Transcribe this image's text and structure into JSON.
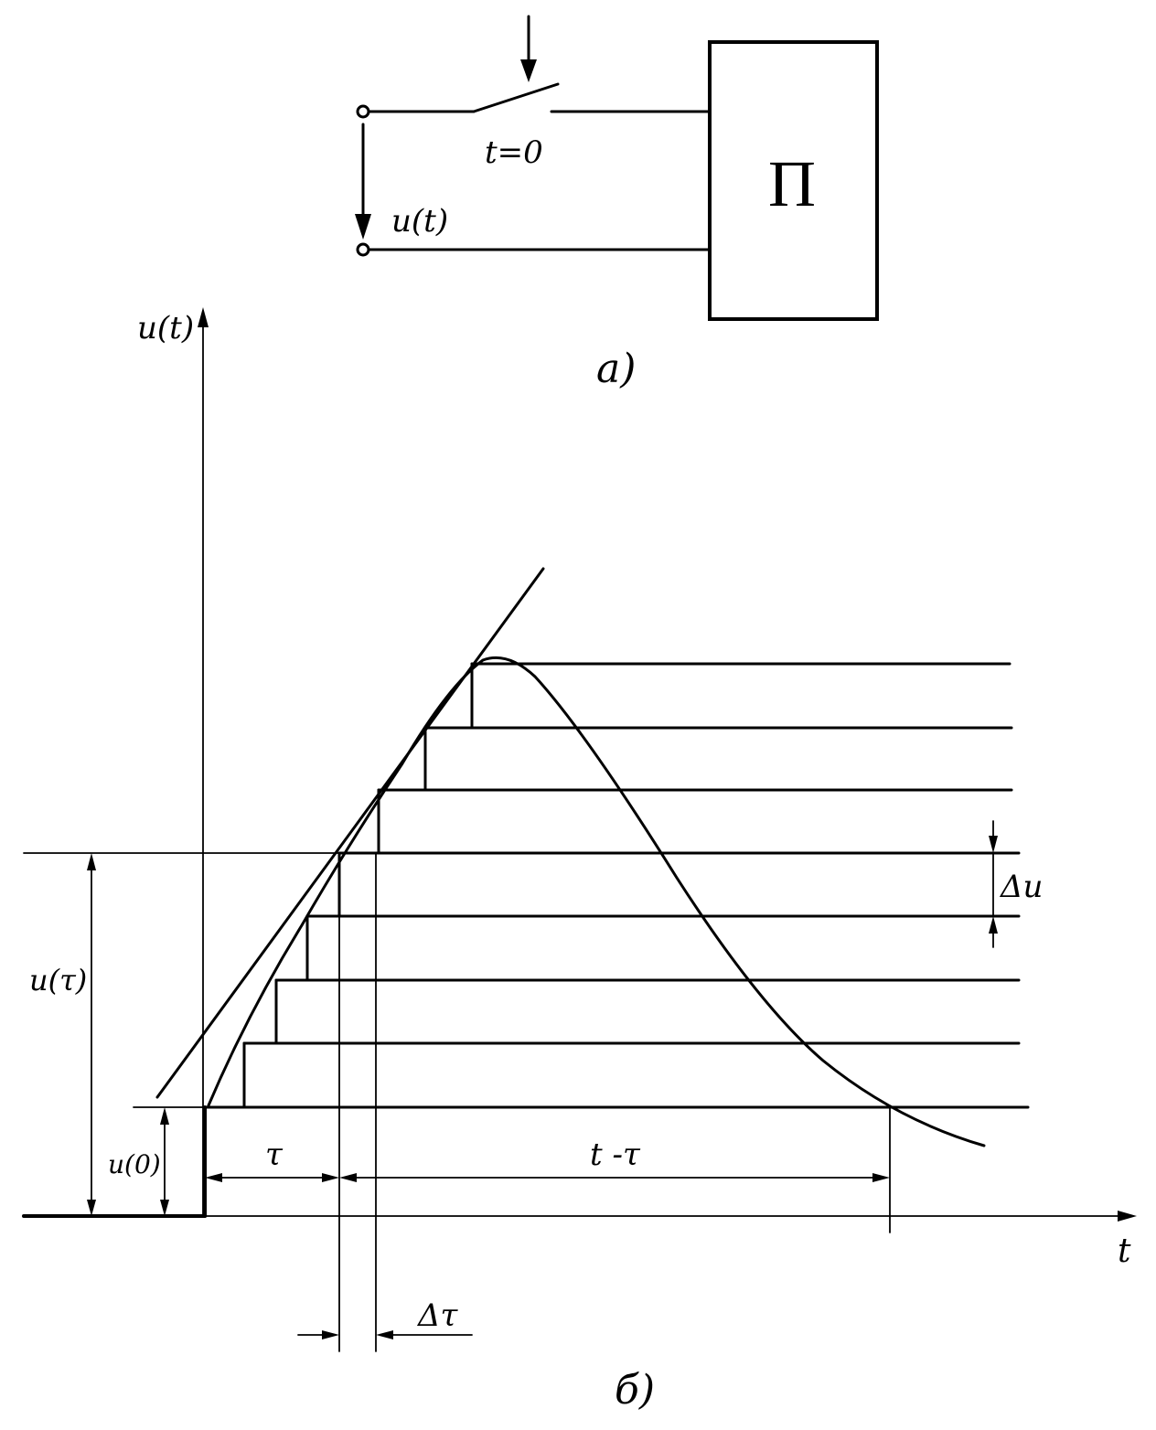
{
  "labels": {
    "switch_time": "t=0",
    "block": "П",
    "input_voltage": "u(t)",
    "part_a": "a)",
    "y_axis": "u(t)",
    "x_axis": "t",
    "u_tau": "u(τ)",
    "u_zero": "u(0)",
    "tau": "τ",
    "t_minus_tau": "t -τ",
    "delta_u": "Δu",
    "delta_tau": "Δτ",
    "part_b": "б)"
  },
  "staircase": {
    "step_count": 8
  },
  "colors": {
    "ink": "#000000",
    "background": "#ffffff"
  }
}
